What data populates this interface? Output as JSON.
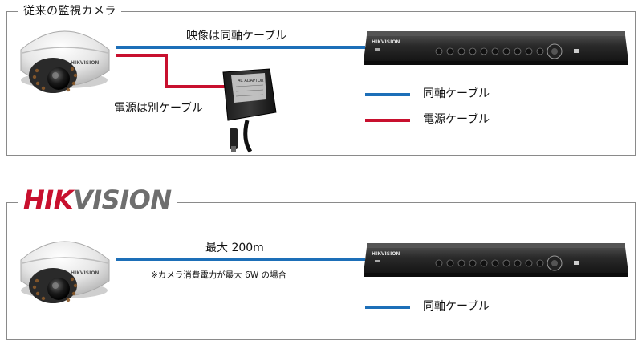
{
  "top_panel": {
    "title": "従来の監視カメラ",
    "coax_cable_label": "映像は同軸ケーブル",
    "power_cable_label": "電源は別ケーブル",
    "legend": [
      {
        "label": "同軸ケーブル",
        "color": "#1d6fb8"
      },
      {
        "label": "電源ケーブル",
        "color": "#c8102e"
      }
    ],
    "adapter_text": "AC ADAPTOR"
  },
  "bottom_panel": {
    "brand_hik": "HIK",
    "brand_vision": "VISION",
    "distance_label": "最大 200m",
    "note": "※カメラ消費電力が最大 6W の場合",
    "legend": [
      {
        "label": "同軸ケーブル",
        "color": "#1d6fb8"
      }
    ]
  },
  "devices": {
    "camera_brand": "HIKVISION",
    "dvr_brand": "HIKVISION"
  },
  "colors": {
    "coax_blue": "#1d6fb8",
    "power_red": "#c8102e",
    "border_gray": "#8a8a8a"
  }
}
